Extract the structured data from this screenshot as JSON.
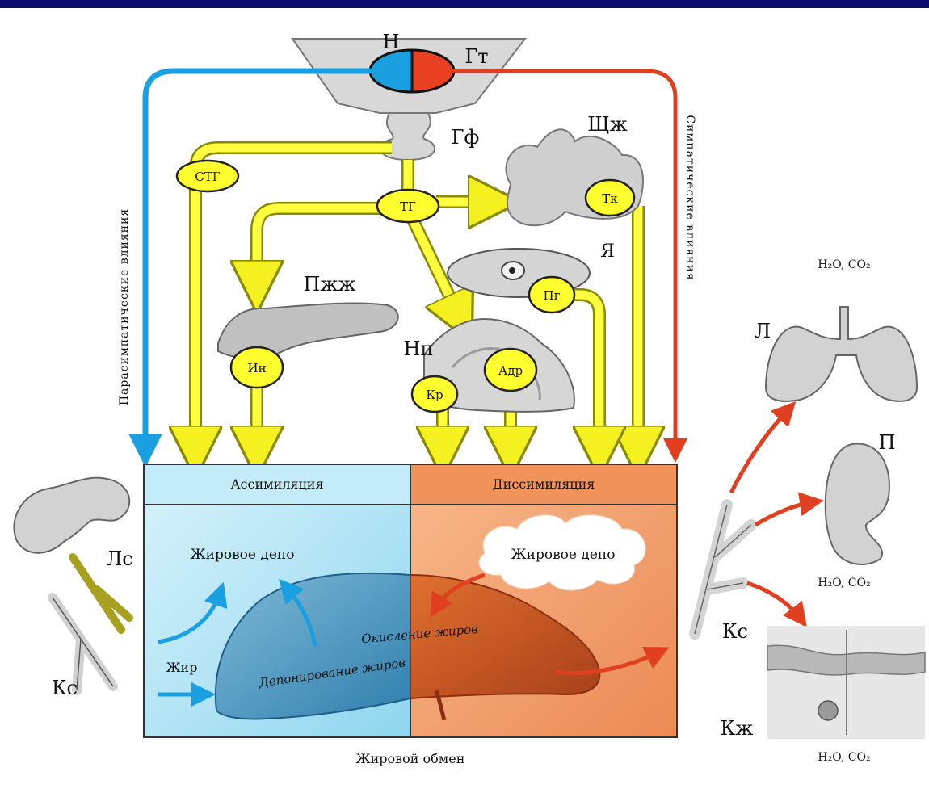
{
  "labels": {
    "hypothalamus_left": "Н",
    "hypothalamus_right": "Гт",
    "pituitary": "Гф",
    "thyroid": "Щж",
    "pancreas": "Пжж",
    "ovary": "Я",
    "adrenal": "Нп",
    "lungs": "Л",
    "kidney": "П",
    "skin": "Кж",
    "vessel_right": "Кс",
    "vessel_left": "Кс",
    "intestine_vessel": "Лс"
  },
  "hormones": {
    "stg": "СТГ",
    "tg": "ТГ",
    "tk": "Тк",
    "pg": "Пг",
    "in": "Ин",
    "kr": "Кр",
    "adr": "Адр"
  },
  "influences": {
    "parasympathetic": "Парасимпатические влияния",
    "sympathetic": "Симпатические влияния"
  },
  "panel": {
    "assimilation": "Ассимиляция",
    "dissimilation": "Диссимиляция",
    "depot_left": "Жировое депо",
    "depot_right": "Жировое депо",
    "fat": "Жир",
    "deposition": "Депонирование жиров",
    "oxidation": "Окисление жиров",
    "caption": "Жировой обмен"
  },
  "products": {
    "lungs": "H₂O, CO₂",
    "kidney": "H₂O, CO₂",
    "skin": "H₂O, CO₂"
  },
  "colors": {
    "top_bar": "#0b0b6b",
    "parasympathetic_blue": "#1aa0e0",
    "sympathetic_red": "#e04020",
    "hormone_yellow": "#ffff30",
    "assimilation_bg": "#bfeaf7",
    "dissimilation_bg": "#f2a070"
  }
}
